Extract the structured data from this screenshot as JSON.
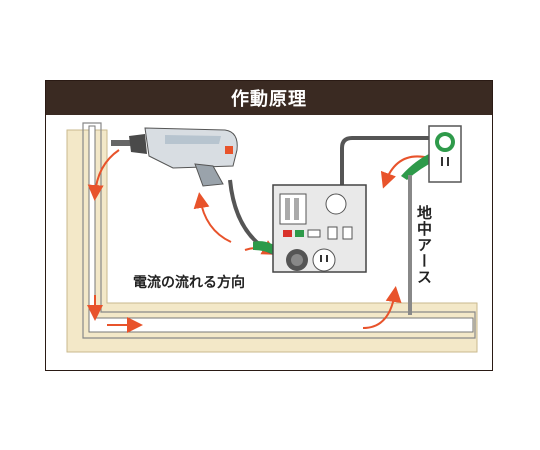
{
  "title": "作動原理",
  "labels": {
    "current_flow": "電流の流れる方向",
    "ground": "地中アース"
  },
  "colors": {
    "title_bg": "#3a2a22",
    "wall": "#f3e8c8",
    "arrow": "#e8532b",
    "clip": "#2e9a4a",
    "cable": "#555555"
  },
  "icons": [
    "drill-icon",
    "control-box-icon",
    "outlet-icon",
    "ground-clip-icon"
  ]
}
